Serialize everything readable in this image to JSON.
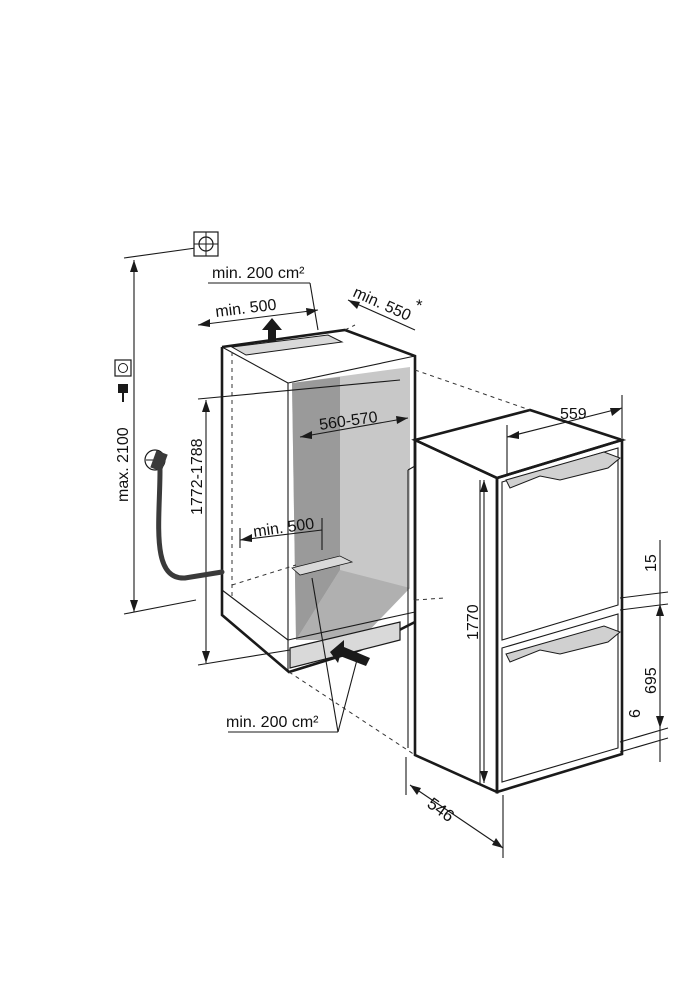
{
  "labels": {
    "ventilation_top": "min. 200 cm²",
    "top_depth": "min. 500",
    "depth_min": "min. 550",
    "depth_star": "*",
    "max_height": "max. 2100",
    "niche_height": "1772-1788",
    "niche_width": "560-570",
    "bottom_depth": "min. 500",
    "ventilation_bottom": "min. 200 cm²",
    "appliance_width": "559",
    "appliance_height": "1770",
    "gap_top": "15",
    "door_lower": "695",
    "gap_bottom": "6",
    "appliance_depth": "546"
  },
  "colors": {
    "line": "#1a1a1a",
    "interior_dark": "#9a9a9a",
    "interior_light": "#c8c8c8",
    "vent_fill": "#d9d9d9",
    "hose": "#3a3a3a",
    "handle": "#d0d0d0"
  },
  "icons": [
    "water-tap-icon",
    "power-socket-icon",
    "plumbing-connection-icon",
    "airflow-arrow-icon"
  ]
}
